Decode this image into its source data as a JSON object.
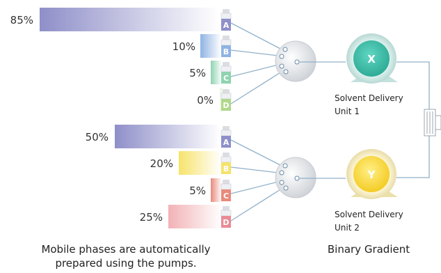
{
  "colors": {
    "A": "#8f8fc9",
    "B": "#8fb3e3",
    "C": "#8fd3b0",
    "D": "#b0d78a",
    "D_pink": "#f2b2b6",
    "C_salmon": "#e98a7c",
    "B_yellow": "#f5e26a",
    "line": "#8fb0c9",
    "pump_x": "#3fbfaa",
    "pump_y": "#ffe14a"
  },
  "top_group": {
    "pumps_letter": "X",
    "unit_line1": "Solvent Delivery",
    "unit_line2": "Unit 1",
    "solvents": [
      {
        "pct": "85%",
        "value": 85,
        "letter": "A"
      },
      {
        "pct": "10%",
        "value": 10,
        "letter": "B"
      },
      {
        "pct": "5%",
        "value": 5,
        "letter": "C"
      },
      {
        "pct": "0%",
        "value": 0,
        "letter": "D"
      }
    ]
  },
  "bottom_group": {
    "pumps_letter": "Y",
    "unit_line1": "Solvent Delivery",
    "unit_line2": "Unit 2",
    "solvents": [
      {
        "pct": "50%",
        "value": 50,
        "letter": "A"
      },
      {
        "pct": "20%",
        "value": 20,
        "letter": "B"
      },
      {
        "pct": "5%",
        "value": 5,
        "letter": "C"
      },
      {
        "pct": "25%",
        "value": 25,
        "letter": "D"
      }
    ]
  },
  "captions": {
    "left_line1": "Mobile phases are automatically",
    "left_line2": "prepared using the pumps.",
    "right": "Binary Gradient"
  }
}
